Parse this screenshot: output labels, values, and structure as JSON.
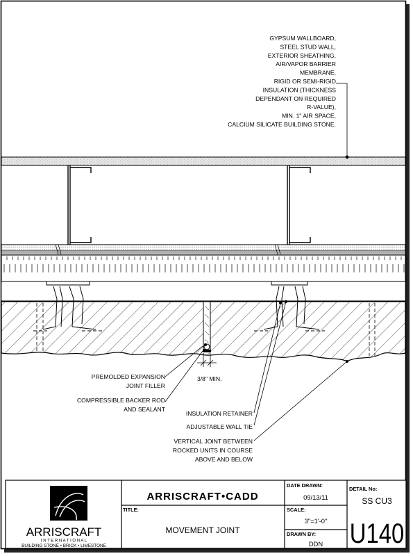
{
  "callouts": {
    "wall_assembly": [
      "GYPSUM WALLBOARD,",
      "STEEL STUD WALL,",
      "EXTERIOR SHEATHING,",
      "AIR/VAPOR BARRIER",
      "MEMBRANE,",
      "RIGID OR SEMI-RIGID",
      "INSULATION (THICKNESS",
      "DEPENDANT ON REQUIRED",
      "R-VALUE),",
      "MIN. 1\" AIR SPACE,",
      "CALCIUM SILICATE BUILDING STONE."
    ],
    "expansion_filler": [
      "PREMOLDED EXPANSION",
      "JOINT FILLER"
    ],
    "backer_rod": [
      "COMPRESSIBLE BACKER ROD",
      "AND SEALANT"
    ],
    "dimension": "3/8\" MIN.",
    "insulation_retainer": "INSULATION RETAINER",
    "wall_tie": "ADJUSTABLE WALL TIE",
    "vertical_joint": [
      "VERTICAL JOINT BETWEEN",
      "ROCKED UNITS IN COURSE",
      "ABOVE AND BELOW"
    ]
  },
  "title_block": {
    "logo_name": "ARRISCRAFT",
    "logo_sub": "I N T E R N A T I O N A L",
    "logo_tagline": "BUILDING STONE • BRICK • LIMESTONE",
    "product": "ARRISCRAFT•CADD",
    "title_label": "TITLE:",
    "title": "MOVEMENT JOINT",
    "date_label": "DATE DRAWN:",
    "date": "09/13/11",
    "scale_label": "SCALE:",
    "scale": "3\"=1'-0\"",
    "drawn_by_label": "DRAWN BY:",
    "drawn_by": "DDN",
    "detail_label": "DETAIL No:",
    "detail_code": "SS CU3",
    "detail_number": "U140"
  },
  "colors": {
    "ink": "#000000",
    "paper": "#ffffff",
    "gypsum": "#e4e4e4"
  }
}
